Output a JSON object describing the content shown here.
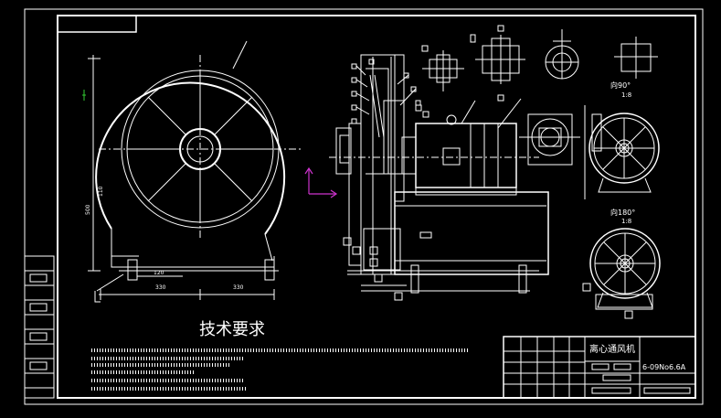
{
  "drawing": {
    "tech_requirements_title": "技术要求",
    "view_label_top": "向90°",
    "view_scale_top": "1:8",
    "view_label_bottom": "向180°",
    "view_scale_bottom": "1:8",
    "title_block": {
      "name": "离心通风机",
      "code": "6-09No6.6A"
    },
    "dimensions": {
      "d_120": "120",
      "d_330a": "330",
      "d_330b": "330",
      "d_500": "500",
      "d_110": "110"
    },
    "colors": {
      "background": "#000000",
      "lines": "#ffffff",
      "axis_marker": "#cc33cc",
      "leader_marker": "#33cc33"
    }
  }
}
